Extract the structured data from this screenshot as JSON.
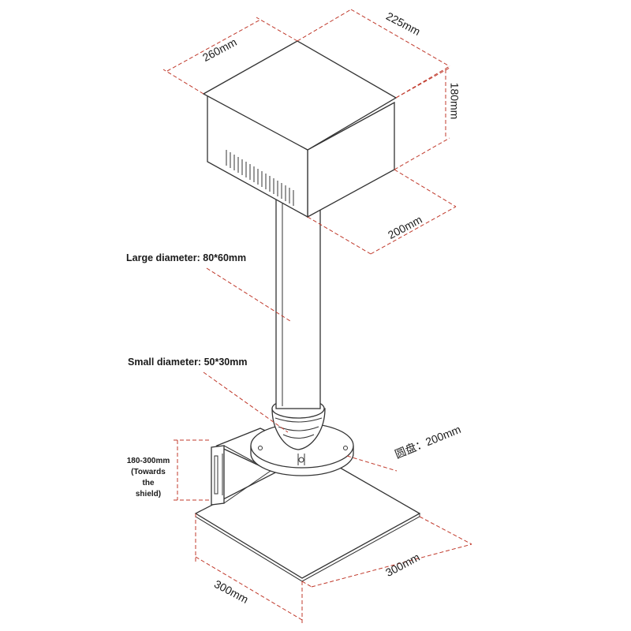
{
  "labels": {
    "depth_top": "225mm",
    "width_top": "260mm",
    "height_box": "180mm",
    "depth_box": "200mm",
    "large_diameter": "Large diameter: 80*60mm",
    "small_diameter": "Small diameter: 50*30mm",
    "disc": "圆盘：200mm",
    "clamp_range_lines": [
      "180-300mm",
      "(Towards",
      "the",
      "shield)"
    ],
    "base_right": "300mm",
    "base_front": "300mm"
  },
  "colors": {
    "dimension_line": "#c0392b",
    "outline": "#333333",
    "label_text": "#1a1a1a"
  }
}
